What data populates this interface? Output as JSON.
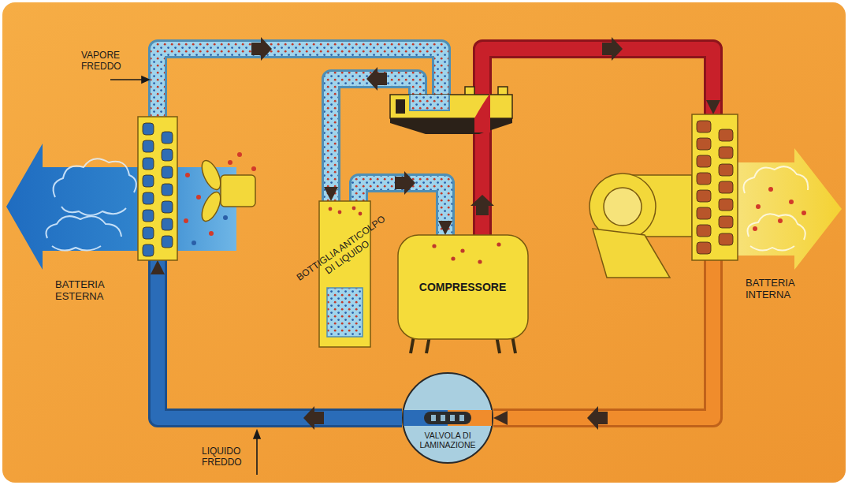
{
  "diagram": {
    "nodes": [
      {
        "text": [
          "BATTERIA ESTERNA"
        ]
      },
      {
        "text": [
          "BOTTIGLIA ANTICOLPO DI LIQUIDO"
        ]
      },
      {
        "text": [
          "COMPRESSORE"
        ]
      },
      {
        "text": [
          "BATTERIA INTERNA"
        ]
      },
      {
        "text": [
          "VALVOLA DI LAMINAZIONE"
        ]
      }
    ],
    "edges": [
      {
        "from": 0,
        "to": 1,
        "arrow": "to"
      },
      {
        "from": 1,
        "to": 2,
        "arrow": "to"
      },
      {
        "from": 2,
        "to": 3,
        "arrow": "to"
      },
      {
        "from": 3,
        "to": 4,
        "arrow": "to"
      },
      {
        "from": 4,
        "to": 0,
        "arrow": "to"
      }
    ],
    "labels": [
      "VAPORE FREDDO",
      "LIQUIDO FREDDO"
    ]
  }
}
